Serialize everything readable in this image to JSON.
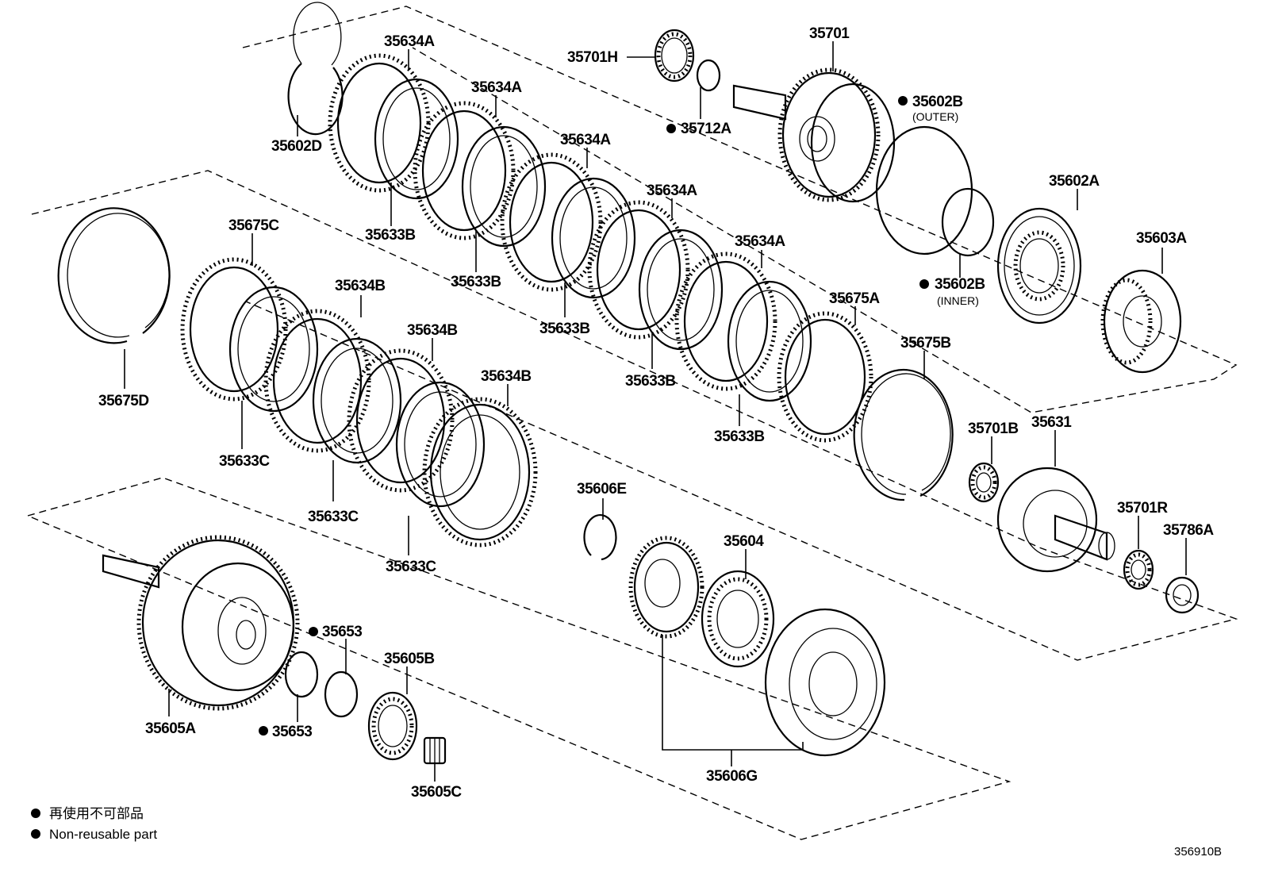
{
  "labels": {
    "p35634A_1": "35634A",
    "p35634A_2": "35634A",
    "p35634A_3": "35634A",
    "p35634A_4": "35634A",
    "p35634A_5": "35634A",
    "p35701H": "35701H",
    "p35701": "35701",
    "p35712A": "35712A",
    "p35602D": "35602D",
    "p35602B_outer": "35602B",
    "outer_note": "(OUTER)",
    "p35602B_inner": "35602B",
    "inner_note": "(INNER)",
    "p35602A": "35602A",
    "p35603A": "35603A",
    "p35633B_1": "35633B",
    "p35633B_2": "35633B",
    "p35633B_3": "35633B",
    "p35633B_4": "35633B",
    "p35633B_5": "35633B",
    "p35675C": "35675C",
    "p35634B_1": "35634B",
    "p35634B_2": "35634B",
    "p35634B_3": "35634B",
    "p35675A": "35675A",
    "p35675B": "35675B",
    "p35675D": "35675D",
    "p35633C_1": "35633C",
    "p35633C_2": "35633C",
    "p35633C_3": "35633C",
    "p35606E": "35606E",
    "p35701B": "35701B",
    "p35631": "35631",
    "p35701R": "35701R",
    "p35786A": "35786A",
    "p35604": "35604",
    "p35653_1": "35653",
    "p35653_2": "35653",
    "p35605B": "35605B",
    "p35605A": "35605A",
    "p35605C": "35605C",
    "p35606G": "35606G"
  },
  "legend": {
    "line1": "再使用不可部品",
    "line2": "Non-reusable part"
  },
  "diagram_code": "356910B"
}
